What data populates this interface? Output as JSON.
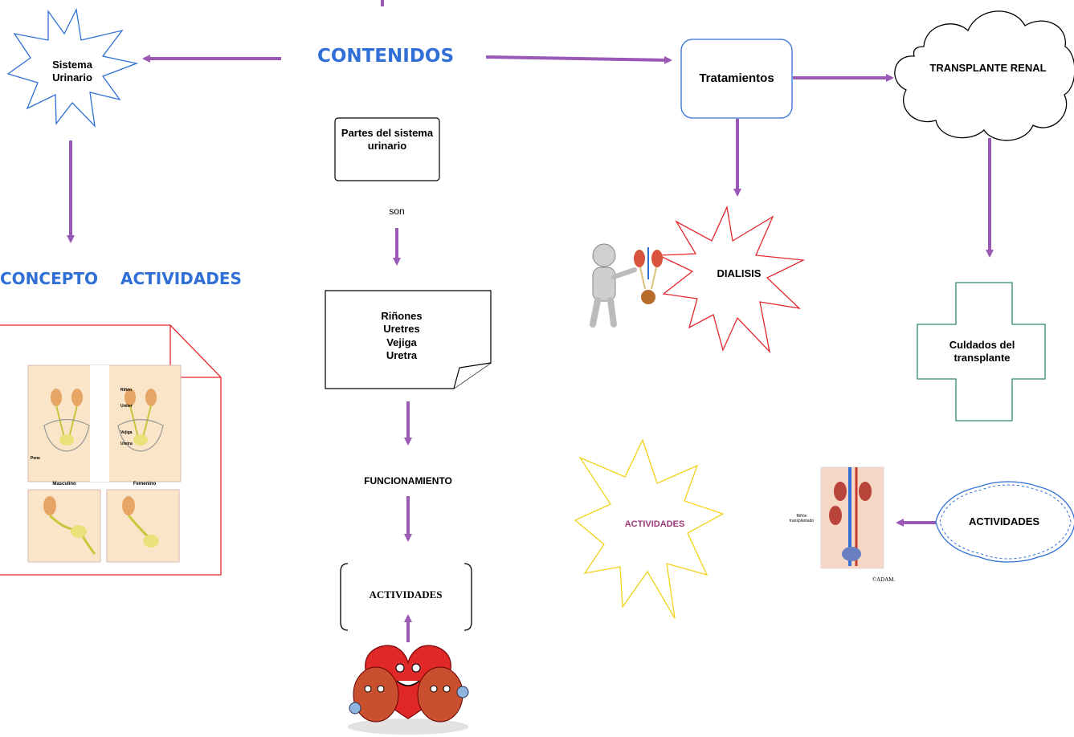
{
  "colors": {
    "arrow": "#9b59b6",
    "heading": "#2f6fd6",
    "red": "#e3272d",
    "yellow": "#f2d21b",
    "blue_node": "#2f6fd6",
    "green_node": "#2f8a6a",
    "pink_text": "#9b3a7a"
  },
  "nodes": {
    "contenidos": "CONTENIDOS",
    "sistema_urinario": "Sistema Urinario",
    "concepto": "CONCEPTO",
    "actividades_left": "ACTIVIDADES",
    "partes": "Partes del sistema urinario",
    "son": "son",
    "organos": [
      "Riñones",
      "Uretres",
      "Vejiga",
      "Uretra"
    ],
    "funcionamiento": "FUNCIONAMIENTO",
    "actividades_center": "ACTIVIDADES",
    "tratamientos": "Tratamientos",
    "dialisis": "DIALISIS",
    "transplante": "TRANSPLANTE RENAL",
    "cuidados": "Culdados del transplante",
    "actividades_yellow": "ACTIVIDADES",
    "actividades_blue": "ACTIVIDADES"
  },
  "figures": {
    "anatomy_labels": {
      "rinon": "Riñón",
      "ureter": "Uréter",
      "vejiga": "Vejiga",
      "uretra": "Uretra",
      "pene": "Pene",
      "masculino": "Masculino",
      "femenino": "Femenino"
    },
    "transplant_caption": "Riñón transplantado",
    "adam_mark": "©ADAM."
  },
  "icons": [
    "person-pointing-icon",
    "kidney-icon",
    "heart-kidneys-cartoon-icon",
    "anatomy-illustration",
    "kidney-transplant-illustration"
  ]
}
